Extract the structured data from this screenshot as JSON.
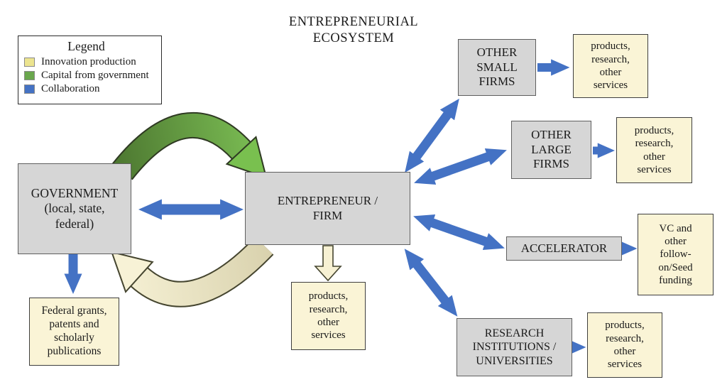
{
  "title": "ENTREPRENEURIAL\nECOSYSTEM",
  "legend": {
    "title": "Legend",
    "items": [
      {
        "label": "Innovation production",
        "color": "#ece48f"
      },
      {
        "label": "Capital from government",
        "color": "#6aa74d"
      },
      {
        "label": "Collaboration",
        "color": "#4472c4"
      }
    ]
  },
  "nodes": {
    "government": {
      "label": "GOVERNMENT\n(local, state,\nfederal)"
    },
    "entrepreneur": {
      "label": "ENTREPRENEUR /\nFIRM"
    },
    "other_small_firms": {
      "label": "OTHER\nSMALL\nFIRMS"
    },
    "other_large_firms": {
      "label": "OTHER\nLARGE\nFIRMS"
    },
    "accelerator": {
      "label": "ACCELERATOR"
    },
    "research_institutions": {
      "label": "RESEARCH\nINSTITUTIONS /\nUNIVERSITIES"
    }
  },
  "outputs": {
    "small_firms_products": {
      "label": "products,\nresearch,\nother\nservices"
    },
    "large_firms_products": {
      "label": "products,\nresearch,\nother\nservices"
    },
    "entrepreneur_products": {
      "label": "products,\nresearch,\nother\nservices"
    },
    "research_products": {
      "label": "products,\nresearch,\nother\nservices"
    },
    "vc_funding": {
      "label": "VC and\nother\nfollow-\non/Seed\nfunding"
    },
    "federal_grants": {
      "label": "Federal grants,\npatents and\nscholarly\npublications"
    }
  },
  "connections": [
    {
      "from": "government",
      "to": "entrepreneur",
      "type": "collaboration",
      "bidirectional": true
    },
    {
      "from": "government",
      "to": "entrepreneur",
      "type": "capital-from-government"
    },
    {
      "from": "entrepreneur",
      "to": "government",
      "type": "innovation-production"
    },
    {
      "from": "government",
      "to": "federal_grants",
      "type": "collaboration"
    },
    {
      "from": "entrepreneur",
      "to": "other_small_firms",
      "type": "collaboration",
      "bidirectional": true
    },
    {
      "from": "entrepreneur",
      "to": "other_large_firms",
      "type": "collaboration",
      "bidirectional": true
    },
    {
      "from": "entrepreneur",
      "to": "accelerator",
      "type": "collaboration",
      "bidirectional": true
    },
    {
      "from": "entrepreneur",
      "to": "research_institutions",
      "type": "collaboration",
      "bidirectional": true
    },
    {
      "from": "entrepreneur",
      "to": "entrepreneur_products",
      "type": "innovation-production"
    },
    {
      "from": "other_small_firms",
      "to": "small_firms_products",
      "type": "collaboration"
    },
    {
      "from": "other_large_firms",
      "to": "large_firms_products",
      "type": "collaboration"
    },
    {
      "from": "accelerator",
      "to": "vc_funding",
      "type": "collaboration"
    },
    {
      "from": "research_institutions",
      "to": "research_products",
      "type": "collaboration"
    }
  ],
  "colors": {
    "collaboration_blue": "#4472c4",
    "capital_green_dark": "#4c7630",
    "capital_green_light": "#7ec256",
    "innovation_cream": "#f7f2d6",
    "innovation_tan": "#d9d2ae",
    "node_gray": "#d6d6d6",
    "output_yellow": "#faf4d6"
  }
}
